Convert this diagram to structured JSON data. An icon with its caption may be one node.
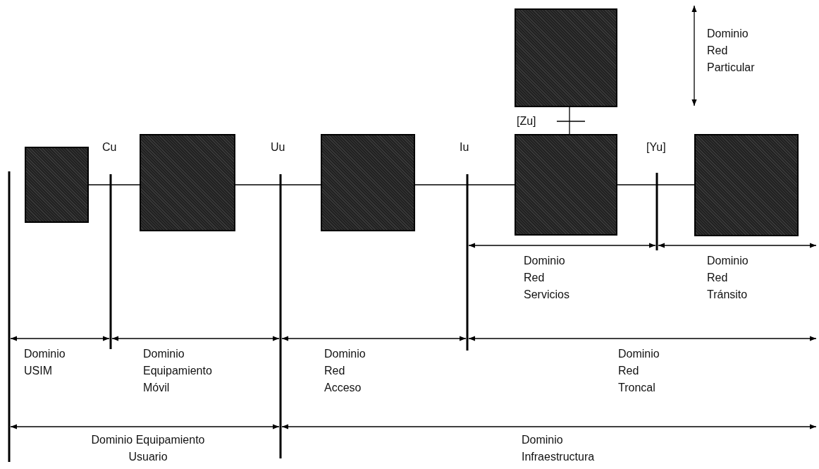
{
  "diagram": {
    "nodes": [
      {
        "text": [],
        "shape": "box"
      },
      {
        "text": [],
        "shape": "box"
      },
      {
        "text": [],
        "shape": "box"
      },
      {
        "text": [],
        "shape": "box"
      },
      {
        "text": [],
        "shape": "box"
      },
      {
        "text": [],
        "shape": "box"
      }
    ],
    "edges": [
      {
        "from": 0,
        "to": 1,
        "arrow": "none"
      },
      {
        "from": 1,
        "to": 2,
        "arrow": "none"
      },
      {
        "from": 2,
        "to": 3,
        "arrow": "none"
      },
      {
        "from": 3,
        "to": 5,
        "arrow": "none"
      },
      {
        "from": 4,
        "to": 3,
        "arrow": "none"
      }
    ],
    "labels": [
      "Dominio Red Particular",
      "[Zu]",
      "Cu",
      "Uu",
      "Iu",
      "[Yu]",
      "Dominio Red Servicios",
      "Dominio Red Tránsito",
      "Dominio USIM",
      "Dominio Equipamiento Móvil",
      "Dominio Red Acceso",
      "Dominio Red Troncal",
      "Dominio Equipamiento Usuario",
      "Dominio Infraestructura"
    ]
  }
}
